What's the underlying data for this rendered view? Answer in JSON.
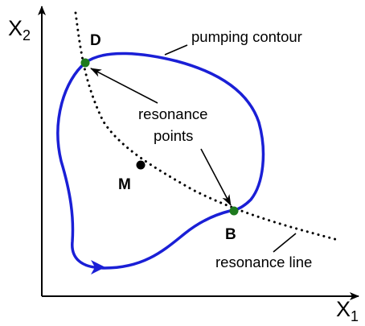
{
  "axes": {
    "x_label": "X",
    "x_subscript": "1",
    "y_label": "X",
    "y_subscript": "2"
  },
  "points": {
    "d": "D",
    "m": "M",
    "b": "B"
  },
  "annotations": {
    "pumping_contour": "pumping contour",
    "resonance_points_line1": "resonance",
    "resonance_points_line2": "points",
    "resonance_line": "resonance line"
  },
  "colors": {
    "contour": "#1a1fd6",
    "resonance_point": "#1e7a1e",
    "center_point": "#000000",
    "axes": "#000000"
  }
}
